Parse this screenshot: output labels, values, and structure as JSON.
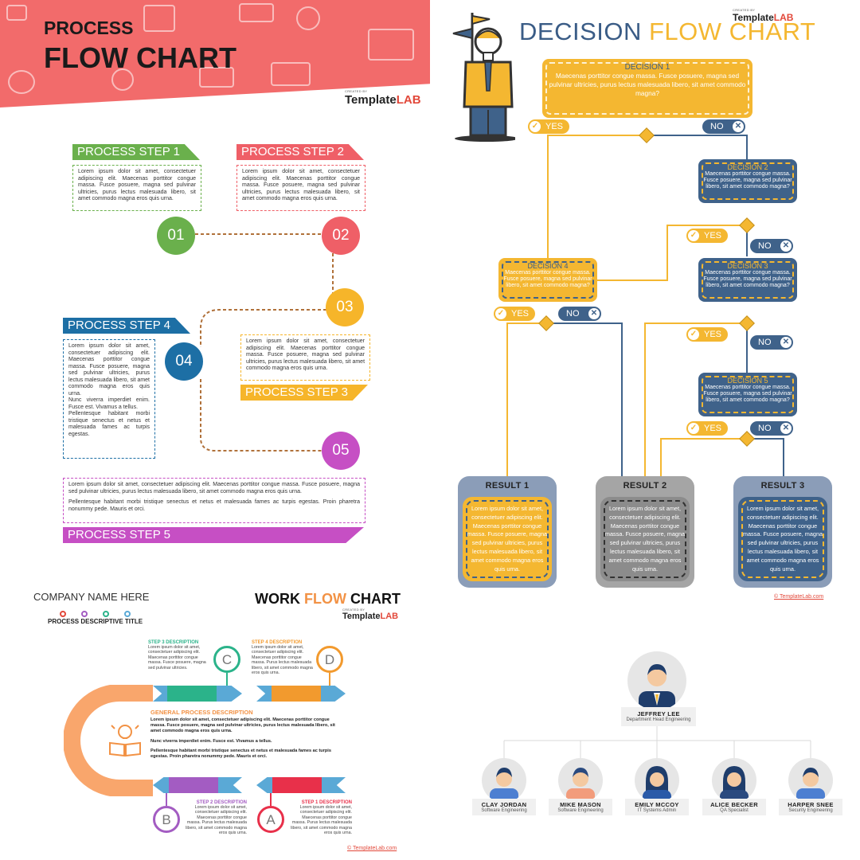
{
  "process": {
    "title_line1": "PROCESS",
    "title_line2": "FLOW CHART",
    "logo_small": "CREATED BY",
    "logo_main": "Template",
    "logo_accent": "LAB",
    "steps": [
      {
        "label": "PROCESS STEP 1",
        "num": "01",
        "color": "#6ab04c",
        "text": "Lorem ipsum dolor sit amet, consectetuer adipiscing elit. Maecenas porttitor congue massa. Fusce posuere, magna sed pulvinar ultricies, purus lectus malesuada libero, sit amet commodo magna eros quis urna."
      },
      {
        "label": "PROCESS STEP 2",
        "num": "02",
        "color": "#ef5f67",
        "text": "Lorem ipsum dolor sit amet, consectetuer adipiscing elit. Maecenas porttitor congue massa. Fusce posuere, magna sed pulvinar ultricies, purus lectus malesuada libero, sit amet commodo magna eros quis urna."
      },
      {
        "label": "PROCESS STEP 3",
        "num": "03",
        "color": "#f6b52a",
        "text": "Lorem ipsum dolor sit amet, consectetuer adipiscing elit. Maecenas porttitor congue massa. Fusce posuere, magna sed pulvinar ultricies, purus lectus malesuada libero, sit amet commodo magna eros quis urna."
      },
      {
        "label": "PROCESS STEP 4",
        "num": "04",
        "color": "#1d6fa5",
        "text": "Lorem ipsum dolor sit amet, consectetuer adipiscing elit. Maecenas porttitor congue massa. Fusce posuere, magna sed pulvinar ultricies, purus lectus malesuada libero, sit amet commodo magna eros quis urna.",
        "text2": "Nunc viverra imperdiet enim. Fusce est. Vivamus a tellus.",
        "text3": "Pellentesque habitant morbi tristique senectus et netus et malesuada fames ac turpis egestas."
      },
      {
        "label": "PROCESS STEP 5",
        "num": "05",
        "color": "#c64fc4",
        "text": "Lorem ipsum dolor sit amet, consectetuer adipiscing elit. Maecenas porttitor congue massa. Fusce posuere, magna sed pulvinar ultricies, purus lectus malesuada libero, sit amet commodo magna eros quis urna.",
        "text2": "Pellentesque habitant morbi tristique senectus et netus et malesuada fames ac turpis egestas. Proin pharetra nonummy pede. Mauris et orci."
      }
    ]
  },
  "decision": {
    "title_a": "DECISION",
    "title_b": "FLOW CHART",
    "logo_small": "CREATED BY",
    "logo_main": "Template",
    "logo_accent": "LAB",
    "d1": {
      "title": "DECISION 1",
      "text": "Maecenas porttitor congue massa. Fusce posuere, magna sed pulvinar ultricies, purus lectus malesuada libero, sit amet commodo magna?"
    },
    "d2": {
      "title": "DECISION 2",
      "text": "Maecenas porttitor congue massa. Fusce posuere, magna sed pulvinar libero, sit amet commodo magna?"
    },
    "d3": {
      "title": "DECISION 3",
      "text": "Maecenas porttitor congue massa. Fusce posuere, magna sed pulvinar libero, sit amet commodo magna?"
    },
    "d4": {
      "title": "DECISION 4",
      "text": "Maecenas porttitor congue massa. Fusce posuere, magna sed pulvinar libero, sit amet commodo magna?"
    },
    "d5": {
      "title": "DECISION 5",
      "text": "Maecenas porttitor congue massa. Fusce posuere, magna sed pulvinar libero, sit amet commodo magna?"
    },
    "yes": "YES",
    "no": "NO",
    "r1": {
      "title": "RESULT 1",
      "text": "Lorem ipsum dolor sit amet, consectetuer adipiscing elit. Maecenas porttitor congue massa. Fusce posuere, magna sed pulvinar ultricies, purus lectus malesuada libero, sit amet commodo magna eros quis urna."
    },
    "r2": {
      "title": "RESULT 2",
      "text": "Lorem ipsum dolor sit amet, consectetuer adipiscing elit. Maecenas porttitor congue massa. Fusce posuere, magna sed pulvinar ultricies, purus lectus malesuada libero, sit amet commodo magna eros quis urna."
    },
    "r3": {
      "title": "RESULT 3",
      "text": "Lorem ipsum dolor sit amet, consectetuer adipiscing elit. Maecenas porttitor congue massa. Fusce posuere, magna sed pulvinar ultricies, purus lectus malesuada libero, sit amet commodo magna eros quis urna."
    },
    "copyright": "© TemplateLab.com"
  },
  "workflow": {
    "company": "COMPANY NAME HERE",
    "subtitle": "PROCESS DESCRIPTIVE TITLE",
    "title_a": "WORK",
    "title_b": "FLOW",
    "title_c": "CHART",
    "logo_small": "CREATED BY",
    "logo_main": "Template",
    "logo_accent": "LAB",
    "step3": {
      "head": "STEP 3 DESCRIPTION",
      "letter": "C",
      "text": "Lorem ipsum dolor sit amet, consectetuer adipiscing elit. Maecenas porttitor congue massa. Fusce posuere, magna sed pulvinar ultricies."
    },
    "step4": {
      "head": "STEP 4 DESCRIPTION",
      "letter": "D",
      "text": "Lorem ipsum dolor sit amet, consectetuer adipiscing elit. Maecenas porttitor congue massa. Purus lectus malesuada libero, sit amet commodo magna eros quis urna."
    },
    "step2": {
      "head": "STEP 2 DESCRIPTION",
      "letter": "B",
      "text": "Lorem ipsum dolor sit amet, consectetuer adipiscing elit. Maecenas porttitor congue massa. Purus lectus malesuada libero, sit amet commodo magna eros quis urna."
    },
    "step1": {
      "head": "STEP 1 DESCRIPTION",
      "letter": "A",
      "text": "Lorem ipsum dolor sit amet, consectetuer adipiscing elit. Maecenas porttitor congue massa. Purus lectus malesuada libero, sit amet commodo magna eros quis urna."
    },
    "general_head": "GENERAL PROCESS DESCRIPTION",
    "general_p1": "Lorem ipsum dolor sit amet, consectetuer adipiscing elit. Maecenas porttitor congue massa. Fusce posuere, magna sed pulvinar ultricies, purus lectus malesuada libero, sit amet commodo magna eros quis urna.",
    "general_p2": "Nunc viverra imperdiet enim. Fusce est. Vivamus a tellus.",
    "general_p3": "Pellentesque habitant morbi tristique senectus et netus et malesuada fames ac turpis egestas. Proin pharetra nonummy pede. Mauris et orci.",
    "copyright": "© TemplateLab.com"
  },
  "org": {
    "head": {
      "name": "JEFFREY LEE",
      "role": "Department Head Engineering"
    },
    "members": [
      {
        "name": "CLAY JORDAN",
        "role": "Software Engineering"
      },
      {
        "name": "MIKE MASON",
        "role": "Software Engineering"
      },
      {
        "name": "EMILY MCCOY",
        "role": "IT Systems Admin"
      },
      {
        "name": "ALICE BECKER",
        "role": "QA Specialist"
      },
      {
        "name": "HARPER SNEE",
        "role": "Security Engineering"
      }
    ]
  },
  "colors": {
    "banner": "#f26b6b",
    "yellow": "#f4b731",
    "blue": "#3f628a",
    "gray": "#8c8c8c",
    "title_blue": "#3a5c86",
    "title_yellow": "#f4b731"
  }
}
